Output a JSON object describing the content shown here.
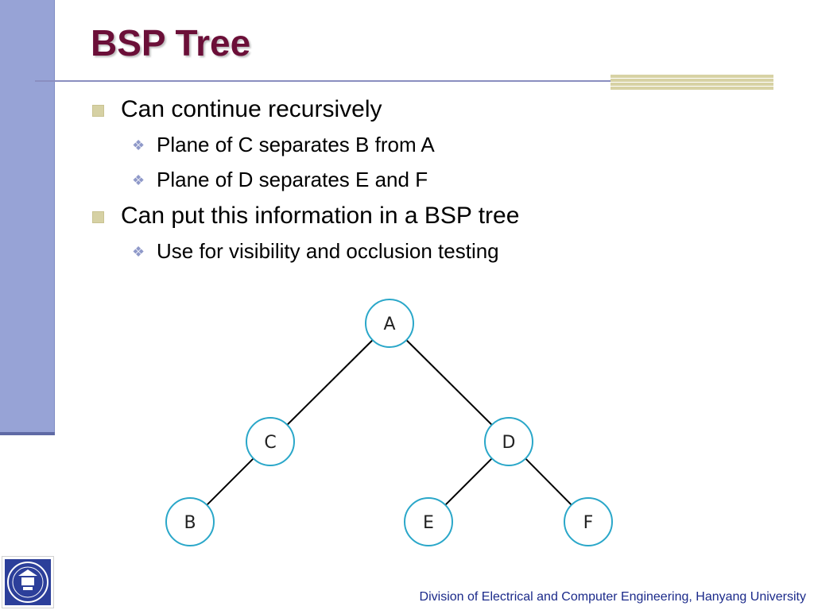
{
  "slide": {
    "title": "BSP Tree",
    "bullets": [
      {
        "text": "Can continue recursively",
        "subitems": [
          "Plane of C separates B from A",
          "Plane of D separates E and F"
        ]
      },
      {
        "text": "Can put this information in a BSP tree",
        "subitems": [
          "Use for visibility and occlusion testing"
        ]
      }
    ],
    "tree": {
      "nodes": [
        {
          "id": "A",
          "label": "A"
        },
        {
          "id": "C",
          "label": "C"
        },
        {
          "id": "D",
          "label": "D"
        },
        {
          "id": "B",
          "label": "B"
        },
        {
          "id": "E",
          "label": "E"
        },
        {
          "id": "F",
          "label": "F"
        }
      ],
      "edges": [
        [
          "A",
          "C"
        ],
        [
          "A",
          "D"
        ],
        [
          "C",
          "B"
        ],
        [
          "D",
          "E"
        ],
        [
          "D",
          "F"
        ]
      ],
      "node_stroke_color": "#2aa7c9"
    },
    "footer": "Division of Electrical and Computer Engineering, Hanyang University",
    "colors": {
      "title": "#6b0f38",
      "side_bar": "#97a3d6",
      "bullet_square": "#d6d1a4",
      "sub_diamond": "#8f99c9",
      "footer_text": "#1b2a8a"
    },
    "logo_icon": "university-seal-icon"
  }
}
